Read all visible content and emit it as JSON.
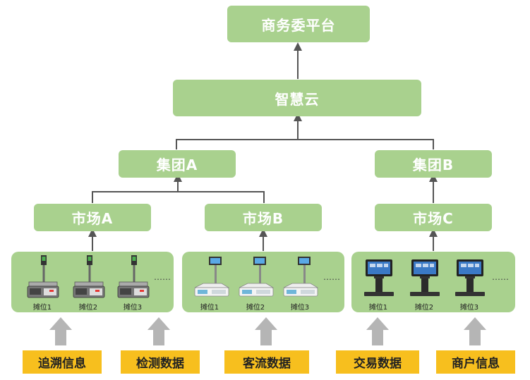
{
  "top": {
    "label": "商务委平台"
  },
  "cloud": {
    "label": "智慧云"
  },
  "groups": [
    {
      "label": "集团A"
    },
    {
      "label": "集团B"
    }
  ],
  "markets": [
    {
      "label": "市场A"
    },
    {
      "label": "市场B"
    },
    {
      "label": "市场C"
    }
  ],
  "stalls": {
    "market_a": [
      "摊位1",
      "摊位2",
      "摊位3"
    ],
    "market_b": [
      "摊位1",
      "摊位2",
      "摊位3"
    ],
    "market_c": [
      "摊位1",
      "摊位2",
      "摊位3"
    ]
  },
  "ellipsis": "……",
  "sources": [
    {
      "label": "追溯信息"
    },
    {
      "label": "检测数据"
    },
    {
      "label": "客流数据"
    },
    {
      "label": "交易数据"
    },
    {
      "label": "商户信息"
    }
  ],
  "colors": {
    "node": "#a9d18e",
    "source": "#f7bf1e",
    "arrow": "#555555",
    "big_arrow": "#b5b5b5"
  }
}
